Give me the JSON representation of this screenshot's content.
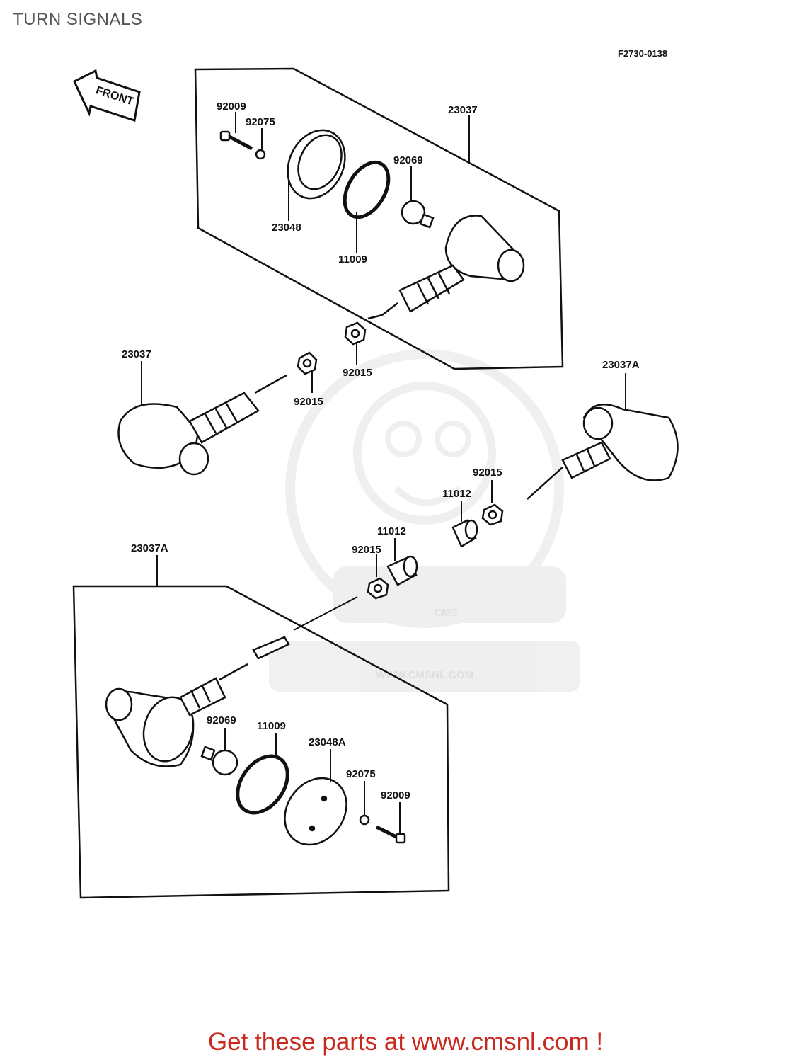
{
  "page": {
    "title": "TURN SIGNALS",
    "diagram_code": "F2730-0138",
    "front_label": "FRONT",
    "promo_text": "Get these parts at www.cmsnl.com !"
  },
  "watermark": {
    "brand": "CMS",
    "url": "WWW.CMSNL.COM"
  },
  "callouts": {
    "upper_assembly": "23037",
    "upper_screw": "92009",
    "upper_washer": "92075",
    "upper_lens": "23048",
    "upper_gasket": "11009",
    "upper_bulb": "92069",
    "upper_nut": "92015",
    "left_signal": "23037",
    "left_nut": "92015",
    "right_signal": "23037A",
    "right_nut": "92015",
    "right_spacer": "11012",
    "lower_spacer": "11012",
    "lower_nut": "92015",
    "lower_assembly": "23037A",
    "lower_bulb": "92069",
    "lower_gasket": "11009",
    "lower_lens": "23048A",
    "lower_washer": "92075",
    "lower_screw": "92009"
  }
}
